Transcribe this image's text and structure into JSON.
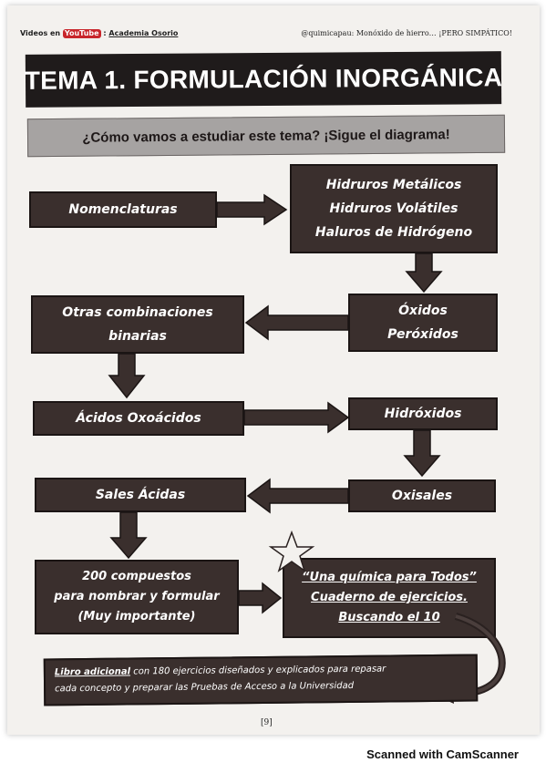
{
  "header": {
    "left_prefix": "Videos en",
    "youtube_badge": "YouTube",
    "left_separator": ":",
    "left_link": "Academia Osorio",
    "right": "@quimicapau: Monóxido de hierro… ¡PERO SIMPÁTICO!"
  },
  "title": "TEMA 1. FORMULACIÓN INORGÁNICA",
  "subtitle": "¿Cómo vamos a estudiar este tema? ¡Sigue el diagrama!",
  "boxes": {
    "nomenclaturas": [
      "Nomenclaturas"
    ],
    "hidruros": [
      "Hidruros Metálicos",
      "Hidruros Volátiles",
      "Haluros de Hidrógeno"
    ],
    "oxidos": [
      "Óxidos",
      "Peróxidos"
    ],
    "otras": [
      "Otras combinaciones",
      "binarias"
    ],
    "acidos": [
      "Ácidos Oxoácidos"
    ],
    "hidroxidos": [
      "Hidróxidos"
    ],
    "oxisales": [
      "Oxisales"
    ],
    "sales_acidas": [
      "Sales Ácidas"
    ],
    "compuestos": [
      "200 compuestos",
      "para nombrar y formular",
      "(Muy importante)"
    ],
    "cuaderno": [
      "“Una química para Todos”",
      "Cuaderno de ejercicios.",
      "Buscando el 10"
    ]
  },
  "note": {
    "lead": "Libro adicional",
    "rest_line1": " con 180 ejercicios diseñados y explicados para repasar",
    "line2": "cada concepto y preparar las Pruebas de Acceso a la Universidad"
  },
  "page_number": "[9]",
  "watermark": "Scanned with CamScanner",
  "icons": {
    "star": "star-icon"
  },
  "colors": {
    "box_fill": "#3a2f2d",
    "title_fill": "#1f1b1b",
    "subtitle_fill": "#a6a3a2",
    "youtube_red": "#c8262b"
  }
}
